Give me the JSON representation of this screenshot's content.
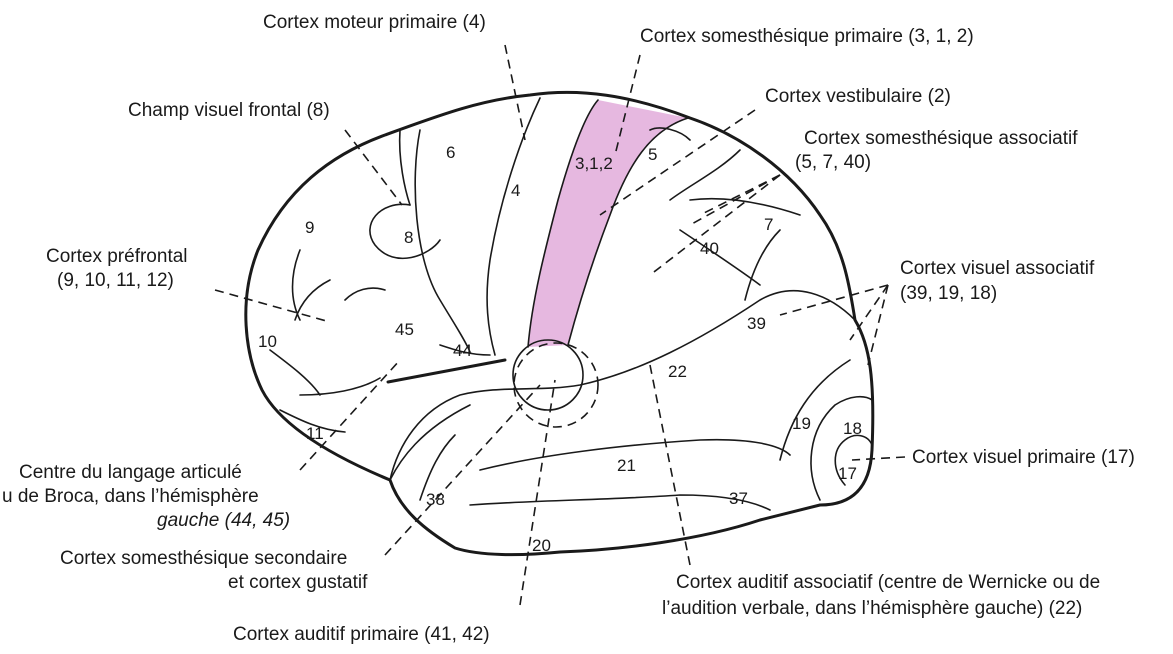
{
  "colors": {
    "somatosensory_highlight": "#e6b8e0",
    "ink": "#1a1a1a",
    "background": "#ffffff"
  },
  "labels": {
    "moteur": "Cortex moteur primaire (4)",
    "somesthesique_primaire": "Cortex somesthésique primaire (3, 1, 2)",
    "vestibulaire": "Cortex vestibulaire (2)",
    "champ_visuel": "Champ visuel frontal (8)",
    "somesthesique_assoc_1": "Cortex somesthésique associatif",
    "somesthesique_assoc_2": "(5, 7, 40)",
    "prefrontal_1": "Cortex préfrontal",
    "prefrontal_2": "(9, 10, 11, 12)",
    "visuel_assoc_1": "Cortex visuel associatif",
    "visuel_assoc_2": "(39, 19, 18)",
    "visuel_primaire": "Cortex visuel primaire (17)",
    "broca_1": "Centre du langage articulé",
    "broca_2": "u de Broca, dans l’hémisphère",
    "broca_3": "gauche (44, 45)",
    "secondaire_1": "Cortex somesthésique secondaire",
    "secondaire_2": "et cortex gustatif",
    "auditif_primaire": "Cortex auditif primaire (41, 42)",
    "auditif_assoc_1": "Cortex auditif associatif (centre de Wernicke ou de",
    "auditif_assoc_2": "l’audition verbale, dans l’hémisphère gauche) (22)"
  },
  "areas": [
    "3,1,2",
    "5",
    "6",
    "4",
    "9",
    "8",
    "40",
    "7",
    "39",
    "10",
    "45",
    "44",
    "22",
    "11",
    "19",
    "18",
    "17",
    "21",
    "37",
    "38",
    "20"
  ]
}
